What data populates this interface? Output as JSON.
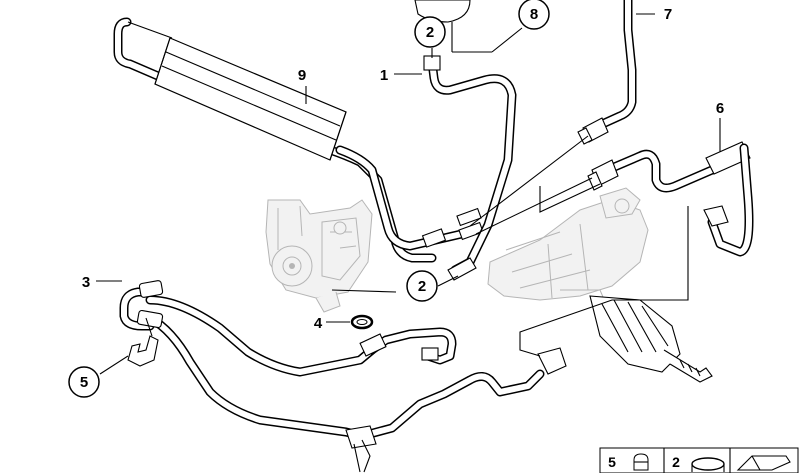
{
  "labels": {
    "part_1": "1",
    "part_2_top": "2",
    "part_2_mid": "2",
    "part_3": "3",
    "part_4": "4",
    "part_5": "5",
    "part_6": "6",
    "part_7": "7",
    "part_8": "8",
    "part_9": "9"
  },
  "legend": {
    "item_5": "5",
    "item_2": "2"
  },
  "colors": {
    "line": "#000000",
    "parts_gray": "#bfbfbf"
  }
}
